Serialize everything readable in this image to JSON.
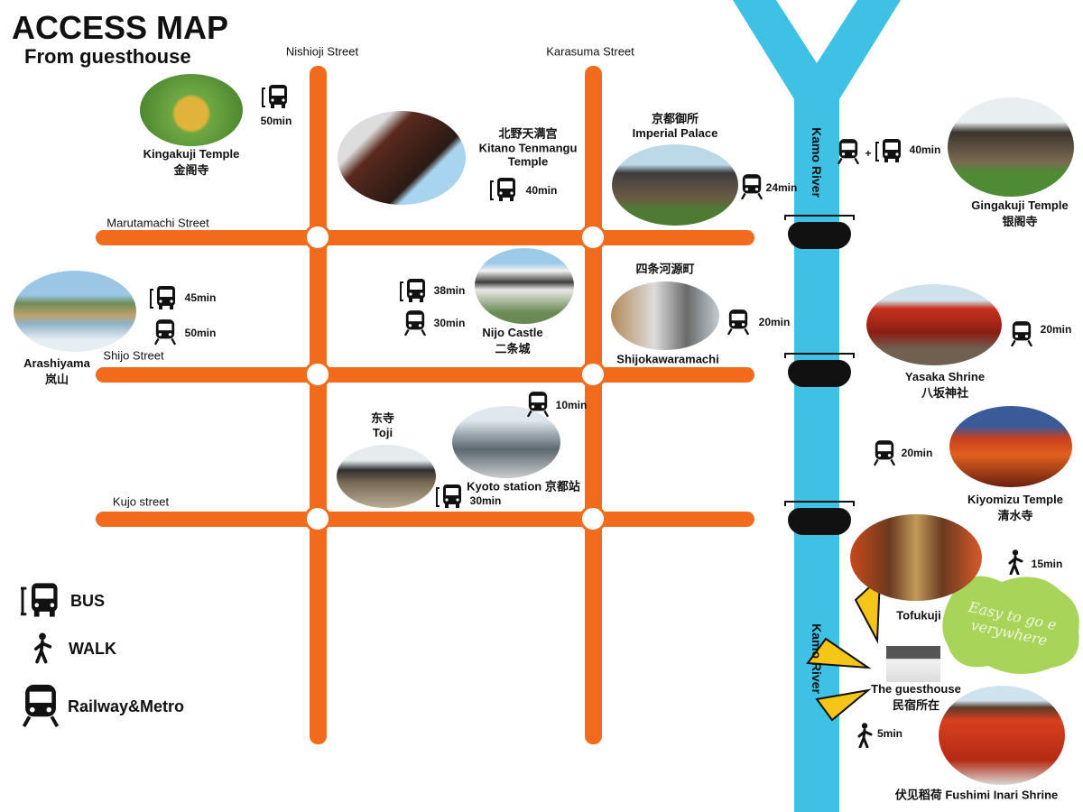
{
  "title": "ACCESS MAP",
  "subtitle": "From guesthouse",
  "streets": {
    "nishioji": "Nishioji Street",
    "karasuma": "Karasuma Street",
    "marutamachi": "Marutamachi Street",
    "shijo": "Shijo Street",
    "kujo": "Kujo street"
  },
  "river": {
    "upper": "Kamo River",
    "lower": "Kamo River"
  },
  "places": {
    "kingakuji": {
      "en": "Kingakuji Temple",
      "jp": "金阁寺",
      "time": "50min"
    },
    "kitano": {
      "jp": "北野天满宫",
      "en1": "Kitano Tenmangu",
      "en2": "Temple",
      "time": "40min"
    },
    "imperial": {
      "jp": "京都御所",
      "en": "Imperial Palace",
      "time": "24min"
    },
    "gingakuji": {
      "en": "Gingakuji Temple",
      "jp": "银阁寺",
      "time": "40min"
    },
    "arashiyama": {
      "en": "Arashiyama",
      "jp": "岚山",
      "bus_time": "45min",
      "rail_time": "50min"
    },
    "nijo": {
      "en": "Nijo Castle",
      "jp": "二条城",
      "bus_time": "38min",
      "rail_time": "30min"
    },
    "shijokawaramachi": {
      "jp": "四条河源町",
      "en": "Shijokawaramachi",
      "time": "20min"
    },
    "yasaka": {
      "en": "Yasaka Shrine",
      "jp": "八坂神社",
      "time": "20min"
    },
    "kiyomizu": {
      "en": "Kiyomizu Temple",
      "jp": "清水寺",
      "time": "20min"
    },
    "toji": {
      "jp": "东寺",
      "en": "Toji",
      "time": "30min"
    },
    "kyoto_station": {
      "label": "Kyoto station 京都站",
      "time": "10min"
    },
    "tofukuji": {
      "en": "Tofukuji",
      "time": "15min"
    },
    "guesthouse": {
      "en": "The guesthouse",
      "jp": "民宿所在"
    },
    "fushimi": {
      "label": "伏见稻荷 Fushimi Inari Shrine",
      "time": "5min"
    }
  },
  "bubble": {
    "line1": "Easy to go e",
    "line2": "verywhere"
  },
  "legend": {
    "bus": "BUS",
    "walk": "WALK",
    "rail": "Railway&Metro"
  },
  "colors": {
    "road": "#f26b1d",
    "river": "#3fc1e6",
    "bubble": "#a8d45a",
    "arrow": "#f5c518"
  }
}
